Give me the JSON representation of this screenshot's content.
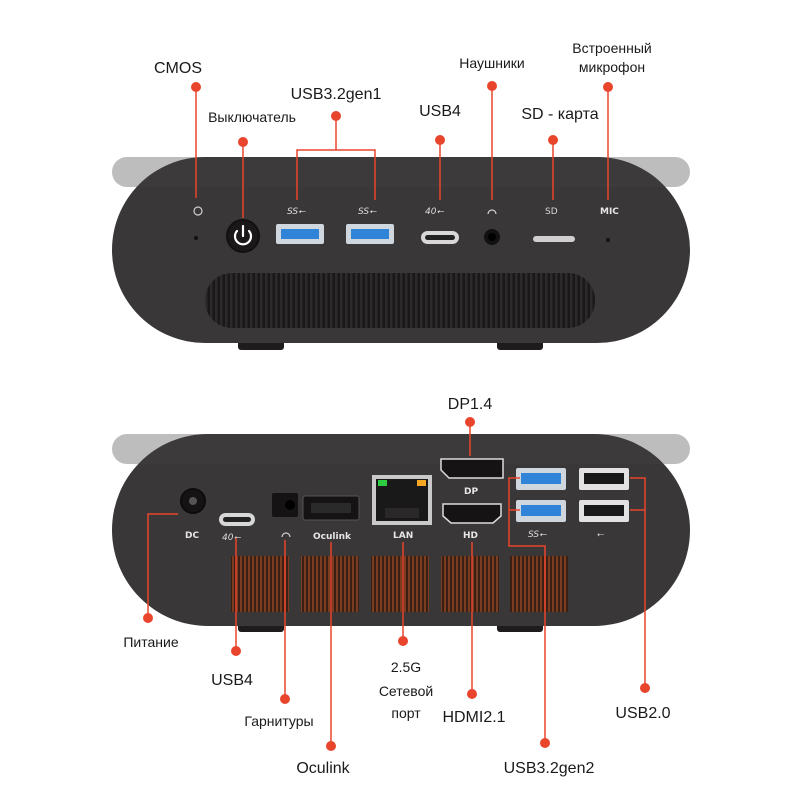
{
  "colors": {
    "accent": "#e8452c",
    "body": "#3a3738",
    "usb3": "#2f84d8"
  },
  "front": {
    "labels": {
      "cmos": "CMOS",
      "power_switch": "Выключатель",
      "usb32gen1": "USB3.2gen1",
      "usb4": "USB4",
      "headphones": "Наушники",
      "sd_card": "SD - карта",
      "mic_line1": "Встроенный",
      "mic_line2": "микрофон"
    },
    "markings": {
      "ss1": "SS⭠",
      "ss2": "SS⭠",
      "usb4": "40⭠",
      "sd": "SD",
      "mic": "MIC"
    }
  },
  "back": {
    "labels": {
      "dp14": "DP1.4",
      "power": "Питание",
      "usb4": "USB4",
      "headset": "Гарнитуры",
      "oculink": "Oculink",
      "lan_line1": "2.5G",
      "lan_line2": "Сетевой",
      "lan_line3": "порт",
      "hdmi21": "HDMI2.1",
      "usb32gen2": "USB3.2gen2",
      "usb20": "USB2.0"
    },
    "markings": {
      "dc": "DC",
      "usb4": "40⭠",
      "oculink": "Oculink",
      "lan": "LAN",
      "dp": "DP",
      "hd": "HD",
      "ss10": "SS⭠",
      "usb2": "⭠"
    }
  }
}
